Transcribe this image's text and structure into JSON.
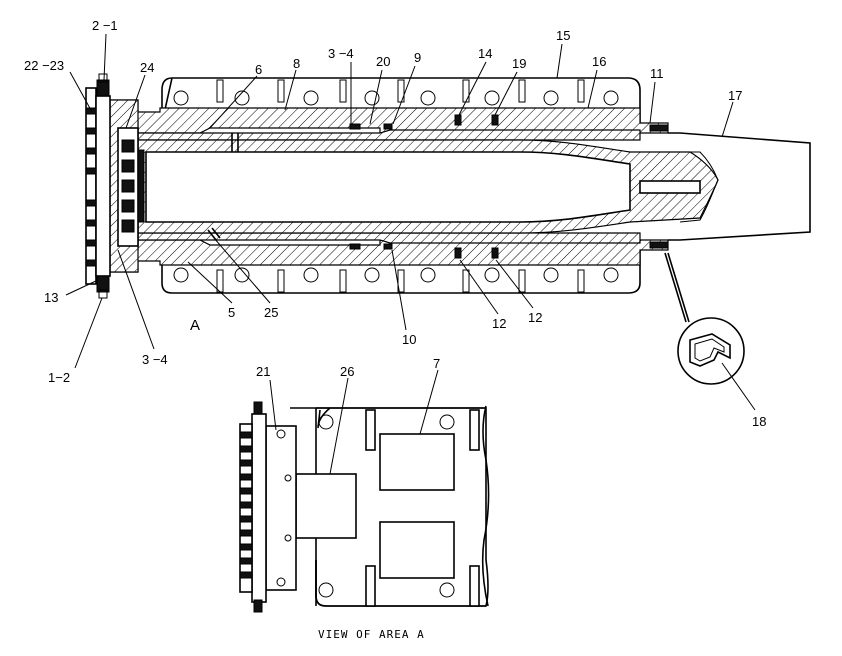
{
  "callouts": {
    "c_2_1": "2 −1",
    "c_22_23": "22 −23",
    "c_24": "24",
    "c_6": "6",
    "c_8": "8",
    "c_3_4_top": "3 −4",
    "c_20": "20",
    "c_9": "9",
    "c_14": "14",
    "c_19": "19",
    "c_15": "15",
    "c_16": "16",
    "c_11": "11",
    "c_17": "17",
    "c_13": "13",
    "c_1_2": "1−2",
    "c_3_4_bottom": "3 −4",
    "c_5": "5",
    "c_25": "25",
    "c_10": "10",
    "c_12a": "12",
    "c_12b": "12",
    "c_18": "18",
    "c_A": "A",
    "c_21": "21",
    "c_26": "26",
    "c_7": "7"
  },
  "caption": "VIEW  OF  AREA  A"
}
